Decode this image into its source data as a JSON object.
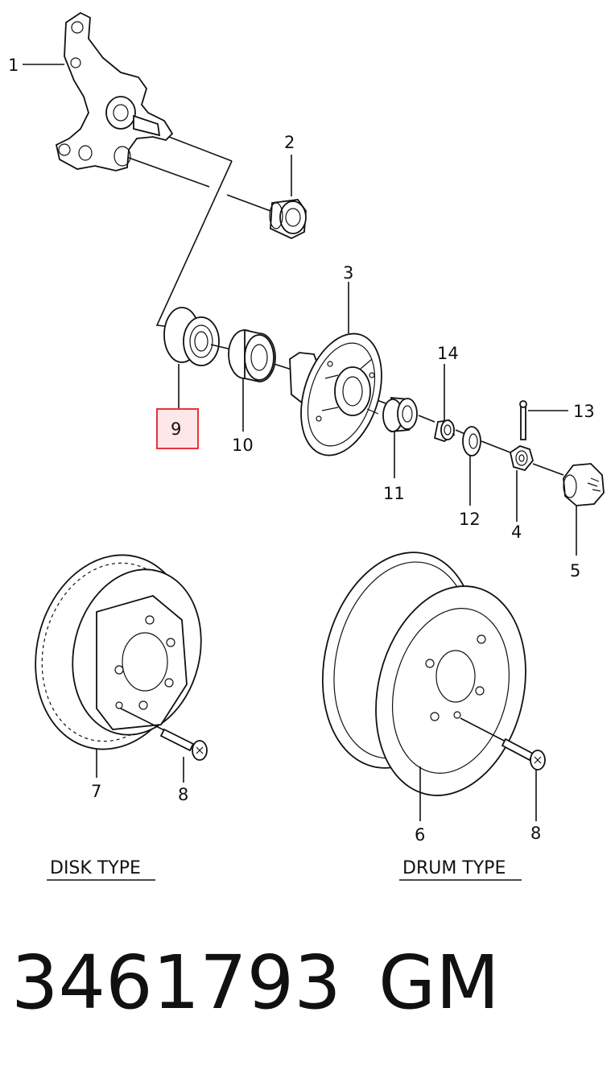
{
  "callouts": {
    "c1": "1",
    "c2": "2",
    "c3": "3",
    "c4": "4",
    "c5": "5",
    "c6": "6",
    "c7": "7",
    "c8a": "8",
    "c8b": "8",
    "c9": "9",
    "c10": "10",
    "c11": "11",
    "c12": "12",
    "c13": "13",
    "c14": "14"
  },
  "captions": {
    "disk": "DISK TYPE",
    "drum": "DRUM TYPE"
  },
  "footer": {
    "part_number": "3461793",
    "brand": "GM"
  },
  "colors": {
    "highlight": "#e8333b",
    "highlight_fill": "#fde7e8"
  }
}
